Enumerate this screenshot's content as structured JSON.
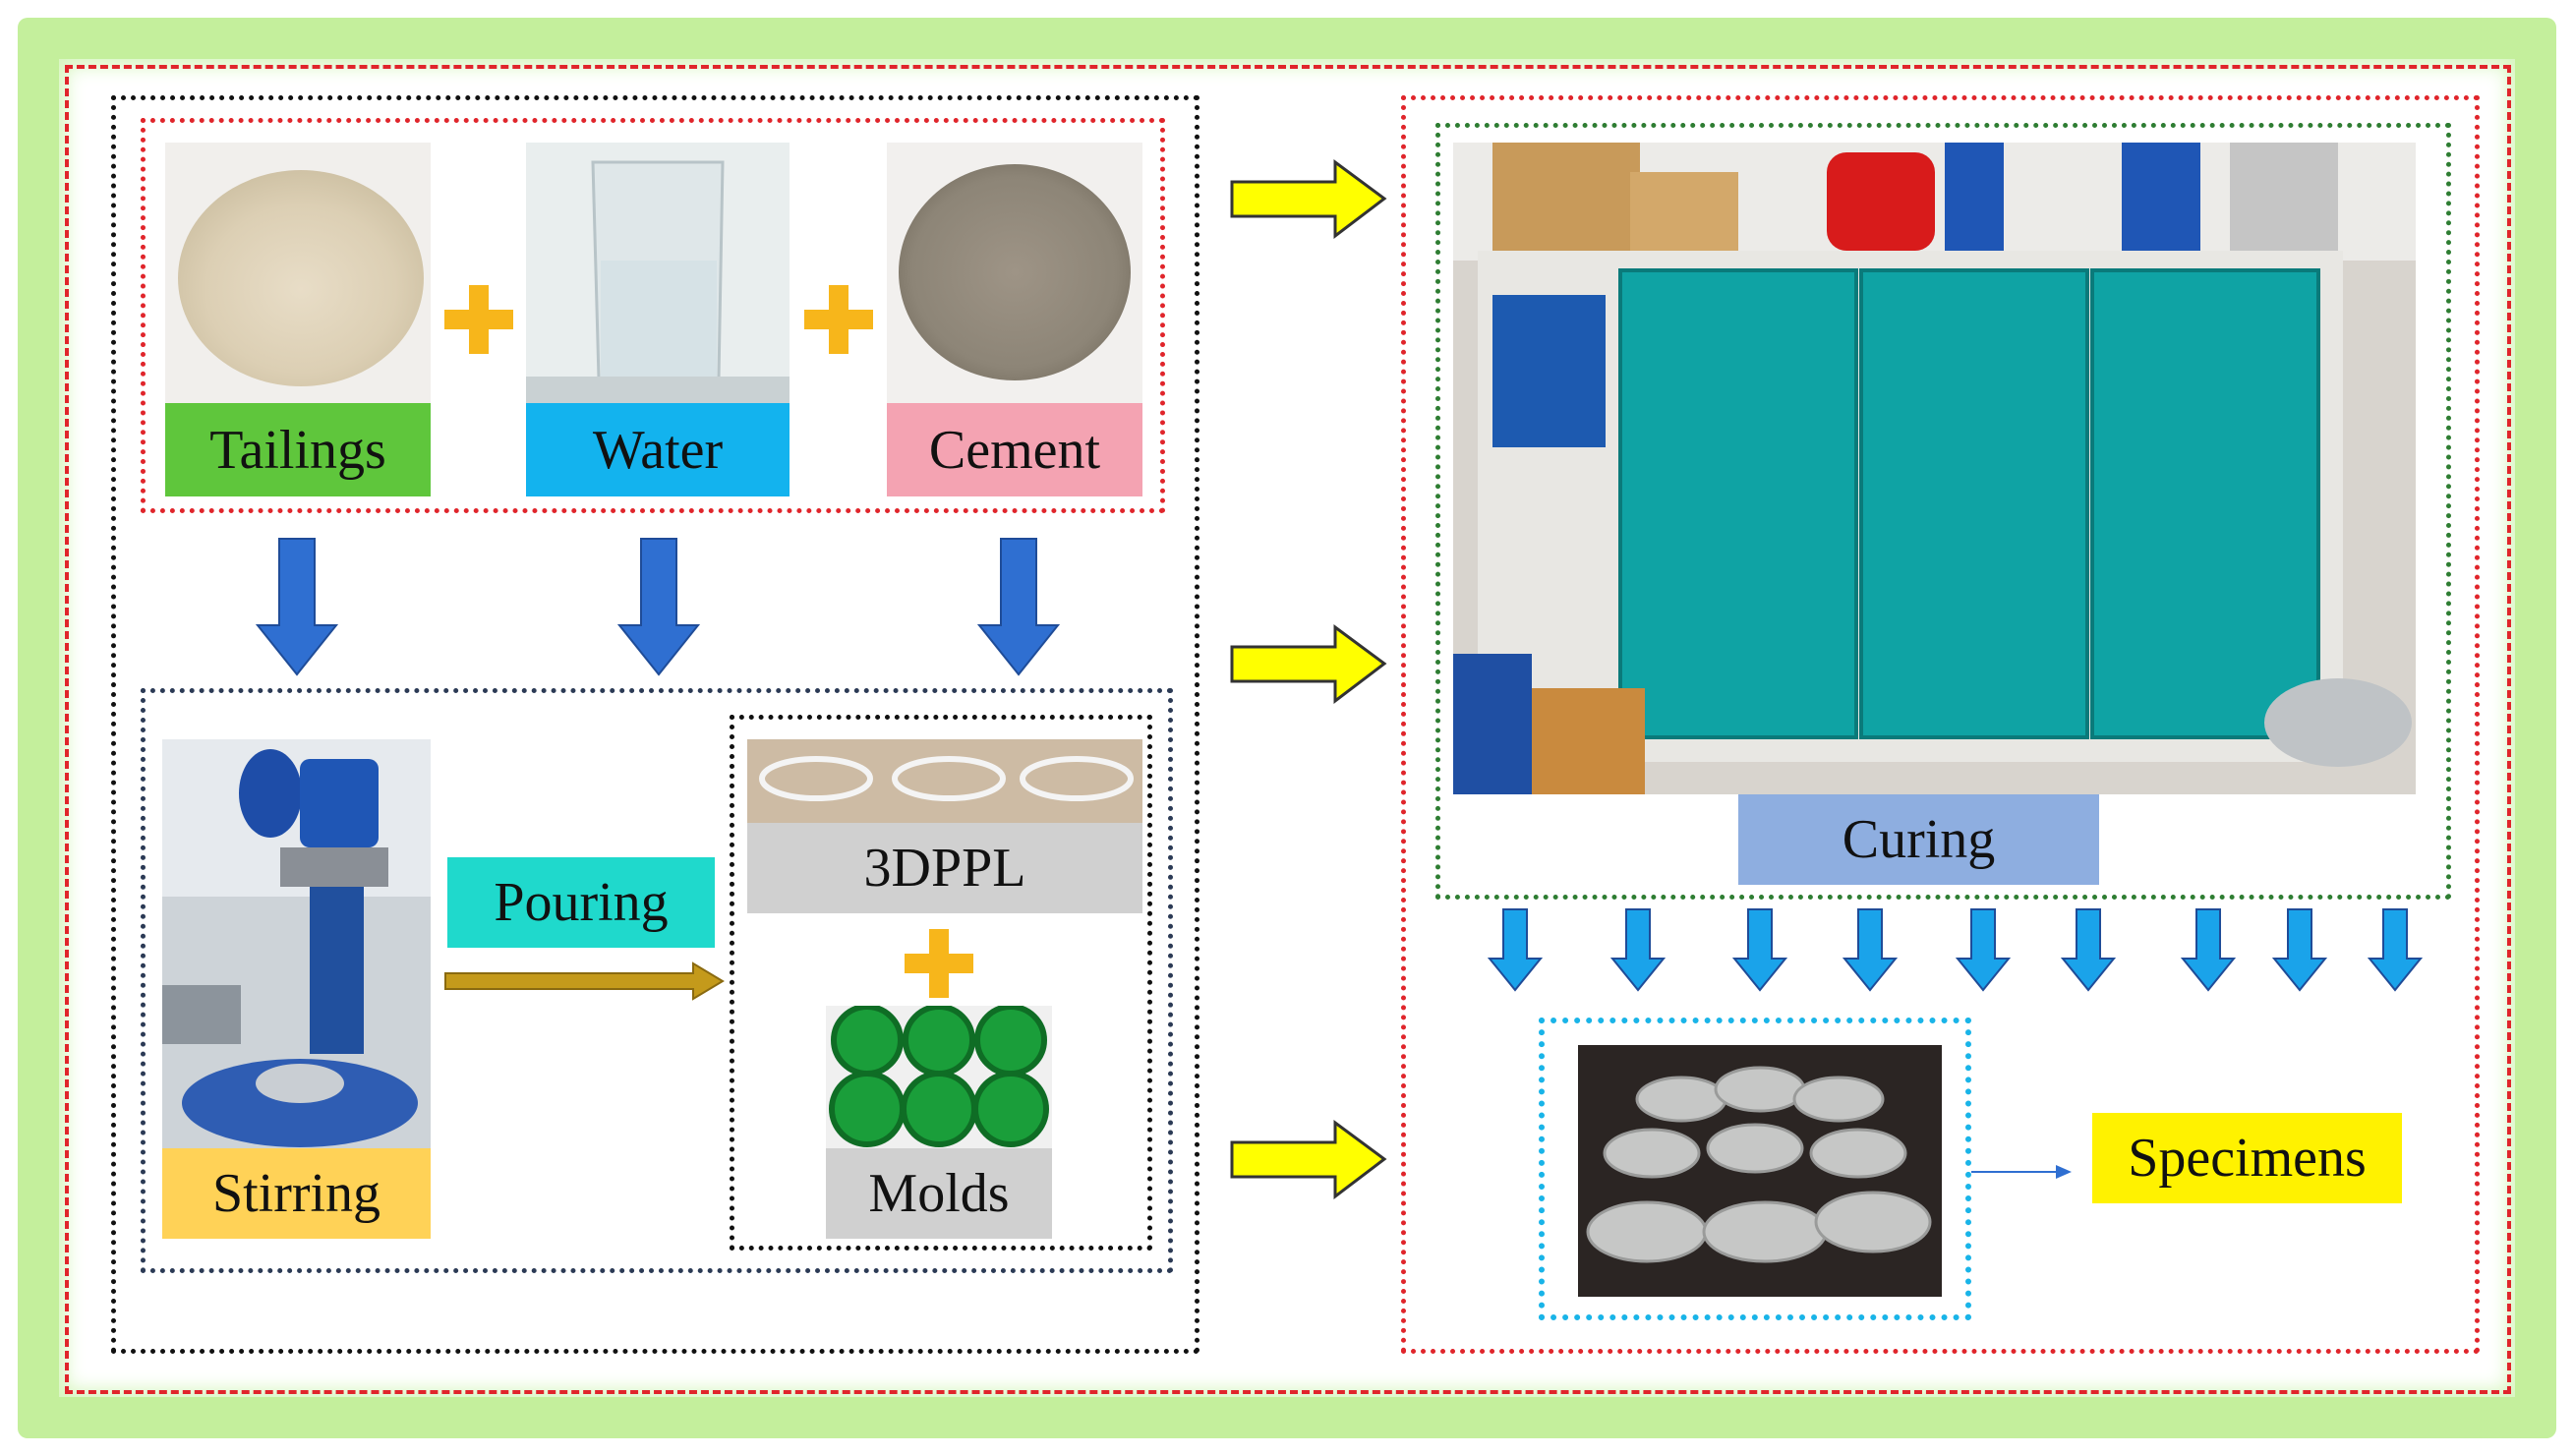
{
  "materials": {
    "tailings": "Tailings",
    "water": "Water",
    "cement": "Cement"
  },
  "process": {
    "stirring": "Stirring",
    "pouring": "Pouring",
    "lattice": "3DPPL",
    "molds": "Molds",
    "curing": "Curing",
    "specimens": "Specimens"
  },
  "colors": {
    "outer_glow": "#b8ec8a",
    "outer_border": "#e0252b",
    "tailings_label": "#5fc63c",
    "water_label": "#13b3ee",
    "cement_label": "#f4a3b2",
    "stirring_label": "#ffd257",
    "pouring_label": "#1fd9cc",
    "lattice_label": "#d0d0d0",
    "molds_label": "#d0d0d0",
    "curing_label": "#8eaee0",
    "specimens_label": "#fff200",
    "plus_icon": "#f7b61b",
    "down_arrow": "#2f6fd1",
    "small_down_arrow": "#1aa3ea",
    "right_arrow": "#ffff00",
    "pour_arrow": "#c49a1b"
  },
  "icons": [
    "plus-icon",
    "down-arrow-icon",
    "right-arrow-icon",
    "chevron-arrow-icon"
  ]
}
